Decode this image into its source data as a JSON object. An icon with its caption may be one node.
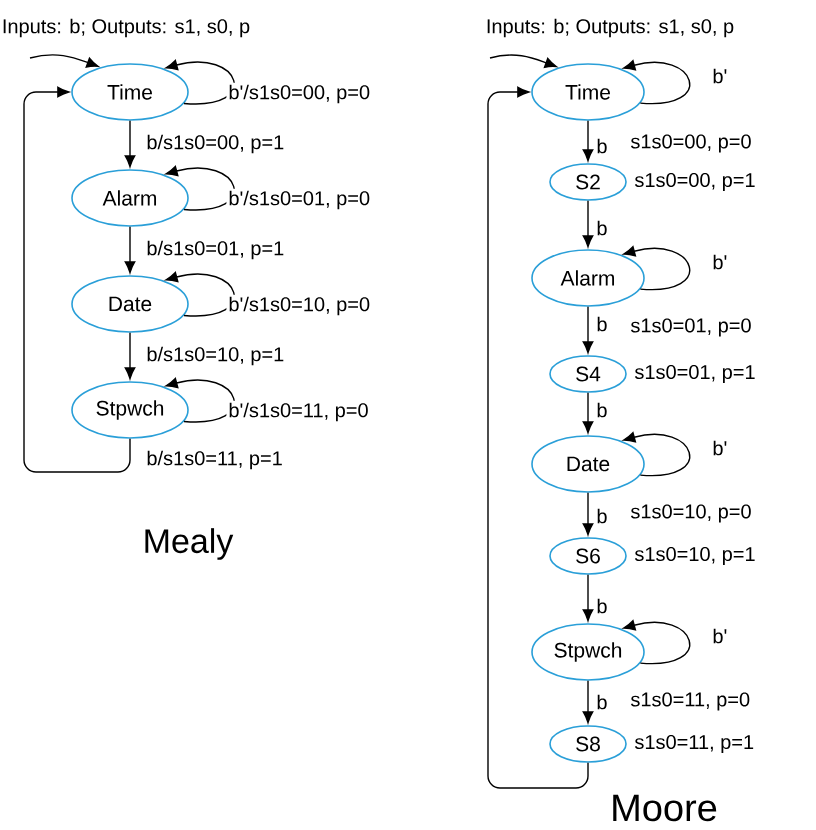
{
  "diagram": {
    "nodes": [
      {
        "text": [
          "Time"
        ]
      },
      {
        "text": [
          "Alarm"
        ]
      },
      {
        "text": [
          "Date"
        ]
      },
      {
        "text": [
          "Stpwch"
        ]
      },
      {
        "text": [
          "Time"
        ],
        "beside": [
          "s1s0=00, p=0"
        ]
      },
      {
        "text": [
          "S2"
        ],
        "beside": [
          "s1s0=00, p=1"
        ]
      },
      {
        "text": [
          "Alarm"
        ],
        "beside": [
          "s1s0=01, p=0"
        ]
      },
      {
        "text": [
          "S4"
        ],
        "beside": [
          "s1s0=01, p=1"
        ]
      },
      {
        "text": [
          "Date"
        ],
        "beside": [
          "s1s0=10, p=0"
        ]
      },
      {
        "text": [
          "S6"
        ],
        "beside": [
          "s1s0=10, p=1"
        ]
      },
      {
        "text": [
          "Stpwch"
        ],
        "beside": [
          "s1s0=11, p=0"
        ]
      },
      {
        "text": [
          "S8"
        ],
        "beside": [
          "s1s0=11, p=1"
        ]
      }
    ],
    "edges": [
      {
        "from": null,
        "to": 0,
        "arrow": "to"
      },
      {
        "from": 0,
        "to": 0,
        "arrow": "to",
        "label": "b'/s1s0=00, p=0"
      },
      {
        "from": 0,
        "to": 1,
        "arrow": "to",
        "label": "b/s1s0=00, p=1"
      },
      {
        "from": 1,
        "to": 1,
        "arrow": "to",
        "label": "b'/s1s0=01, p=0"
      },
      {
        "from": 1,
        "to": 2,
        "arrow": "to",
        "label": "b/s1s0=01, p=1"
      },
      {
        "from": 2,
        "to": 2,
        "arrow": "to",
        "label": "b'/s1s0=10, p=0"
      },
      {
        "from": 2,
        "to": 3,
        "arrow": "to",
        "label": "b/s1s0=10, p=1"
      },
      {
        "from": 3,
        "to": 3,
        "arrow": "to",
        "label": "b'/s1s0=11, p=0"
      },
      {
        "from": 3,
        "to": 0,
        "arrow": "to",
        "label": "b/s1s0=11, p=1"
      },
      {
        "from": null,
        "to": 4,
        "arrow": "to"
      },
      {
        "from": 4,
        "to": 4,
        "arrow": "to",
        "label": "b'"
      },
      {
        "from": 4,
        "to": 5,
        "arrow": "to",
        "label": "b"
      },
      {
        "from": 5,
        "to": 6,
        "arrow": "to",
        "label": "b"
      },
      {
        "from": 6,
        "to": 6,
        "arrow": "to",
        "label": "b'"
      },
      {
        "from": 6,
        "to": 7,
        "arrow": "to",
        "label": "b"
      },
      {
        "from": 7,
        "to": 8,
        "arrow": "to",
        "label": "b"
      },
      {
        "from": 8,
        "to": 8,
        "arrow": "to",
        "label": "b'"
      },
      {
        "from": 8,
        "to": 9,
        "arrow": "to",
        "label": "b"
      },
      {
        "from": 9,
        "to": 10,
        "arrow": "to",
        "label": "b"
      },
      {
        "from": 10,
        "to": 10,
        "arrow": "to",
        "label": "b'"
      },
      {
        "from": 10,
        "to": 11,
        "arrow": "to",
        "label": "b"
      },
      {
        "from": 11,
        "to": 4,
        "arrow": "to"
      }
    ],
    "labels": [
      "Inputs: b; Outputs: s1, s0, p",
      "Inputs: b; Outputs: s1, s0, p",
      "Mealy",
      "Moore"
    ]
  }
}
